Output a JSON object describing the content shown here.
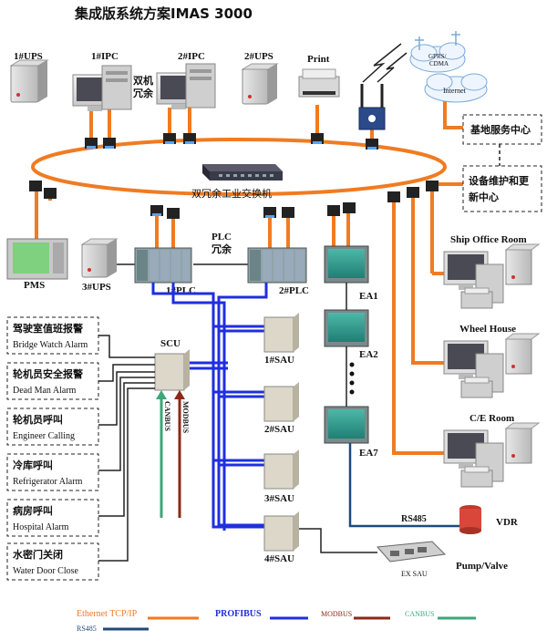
{
  "title": "集成版系统方案IMAS  3000",
  "labels": {
    "ups1": "1#UPS",
    "ipc1": "1#IPC",
    "ipc2": "2#IPC",
    "ups2": "2#UPS",
    "print": "Print",
    "dual_redundant_line1": "双机",
    "dual_redundant_line2": "冗余",
    "gprs": "GPRS/\nCDMA",
    "internet": "Internet",
    "base_service": "基地服务中心",
    "maint_update_line1": "设备维护和更",
    "maint_update_line2": "新中心",
    "switch": "双冗余工业交换机",
    "plc_redundant_line1": "PLC",
    "plc_redundant_line2": "冗余",
    "pms": "PMS",
    "ups3": "3#UPS",
    "plc1": "1#PLC",
    "plc2": "2#PLC",
    "ea1": "EA1",
    "ea2": "EA2",
    "ea7": "EA7",
    "ship_office": "Ship Office Room",
    "wheel_house": "Wheel House",
    "ce_room": "C/E Room",
    "scu": "SCU",
    "canbus_vertical": "CANBUS",
    "modbus_vertical": "MODBUS",
    "sau1": "1#SAU",
    "sau2": "2#SAU",
    "sau3": "3#SAU",
    "sau4": "4#SAU",
    "rs485_line": "RS485",
    "vdr": "VDR",
    "ex_sau": "EX SAU",
    "pump_valve": "Pump/Valve"
  },
  "alarms": [
    {
      "cn": "驾驶室值班报警",
      "en": "Bridge Watch Alarm"
    },
    {
      "cn": "轮机员安全报警",
      "en": "Dead Man Alarm"
    },
    {
      "cn": "轮机员呼叫",
      "en": "Engineer Calling"
    },
    {
      "cn": "冷库呼叫",
      "en": "Refrigerator Alarm"
    },
    {
      "cn": "病房呼叫",
      "en": "Hospital Alarm"
    },
    {
      "cn": "水密门关闭",
      "en": "Water Door Close"
    }
  ],
  "legend": [
    {
      "label": "Ethernet  TCP/IP",
      "color": "#f07b22"
    },
    {
      "label": "PROFIBUS",
      "color": "#1f2ee0"
    },
    {
      "label": "MODBUS",
      "color": "#8b2a17"
    },
    {
      "label": "CANBUS",
      "color": "#3fa57a"
    },
    {
      "label": "RS485",
      "color": "#1f4a7a"
    }
  ],
  "colors": {
    "ethernet": "#f07b22",
    "profibus": "#1f2ee0",
    "modbus": "#8b2a17",
    "canbus": "#3fa57a",
    "rs485": "#1f4a7a"
  }
}
